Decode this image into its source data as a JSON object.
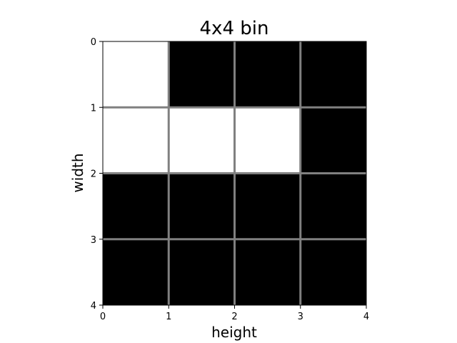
{
  "chart_data": {
    "type": "heatmap",
    "title": "4x4 bin",
    "xlabel": "height",
    "ylabel": "width",
    "xlim": [
      0,
      4
    ],
    "ylim": [
      4,
      0
    ],
    "xticks": [
      "0",
      "1",
      "2",
      "3",
      "4"
    ],
    "yticks": [
      "0",
      "1",
      "2",
      "3",
      "4"
    ],
    "grid": true,
    "cells": [
      [
        1,
        0,
        0,
        0
      ],
      [
        1,
        1,
        1,
        0
      ],
      [
        0,
        0,
        0,
        0
      ],
      [
        0,
        0,
        0,
        0
      ]
    ],
    "colors": {
      "filled": "#ffffff",
      "empty": "#000000",
      "grid": "#808080"
    }
  }
}
